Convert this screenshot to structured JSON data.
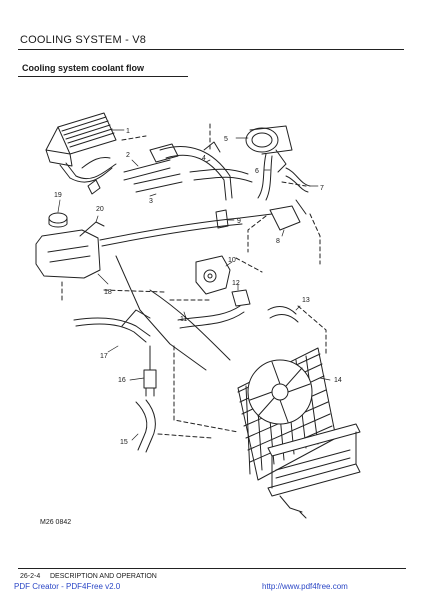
{
  "header": {
    "title": "COOLING SYSTEM - V8"
  },
  "section": {
    "title": "Cooling system coolant flow"
  },
  "callouts": [
    "1",
    "2",
    "3",
    "4",
    "5",
    "6",
    "7",
    "8",
    "9",
    "10",
    "11",
    "12",
    "13",
    "14",
    "15",
    "16",
    "17",
    "18",
    "19",
    "20"
  ],
  "figure_ref": "M26 0842",
  "footer": {
    "page_number": "26-2-4",
    "text": "DESCRIPTION AND OPERATION",
    "creator": "PDF Creator - PDF4Free v2.0",
    "url": "http://www.pdf4free.com"
  }
}
